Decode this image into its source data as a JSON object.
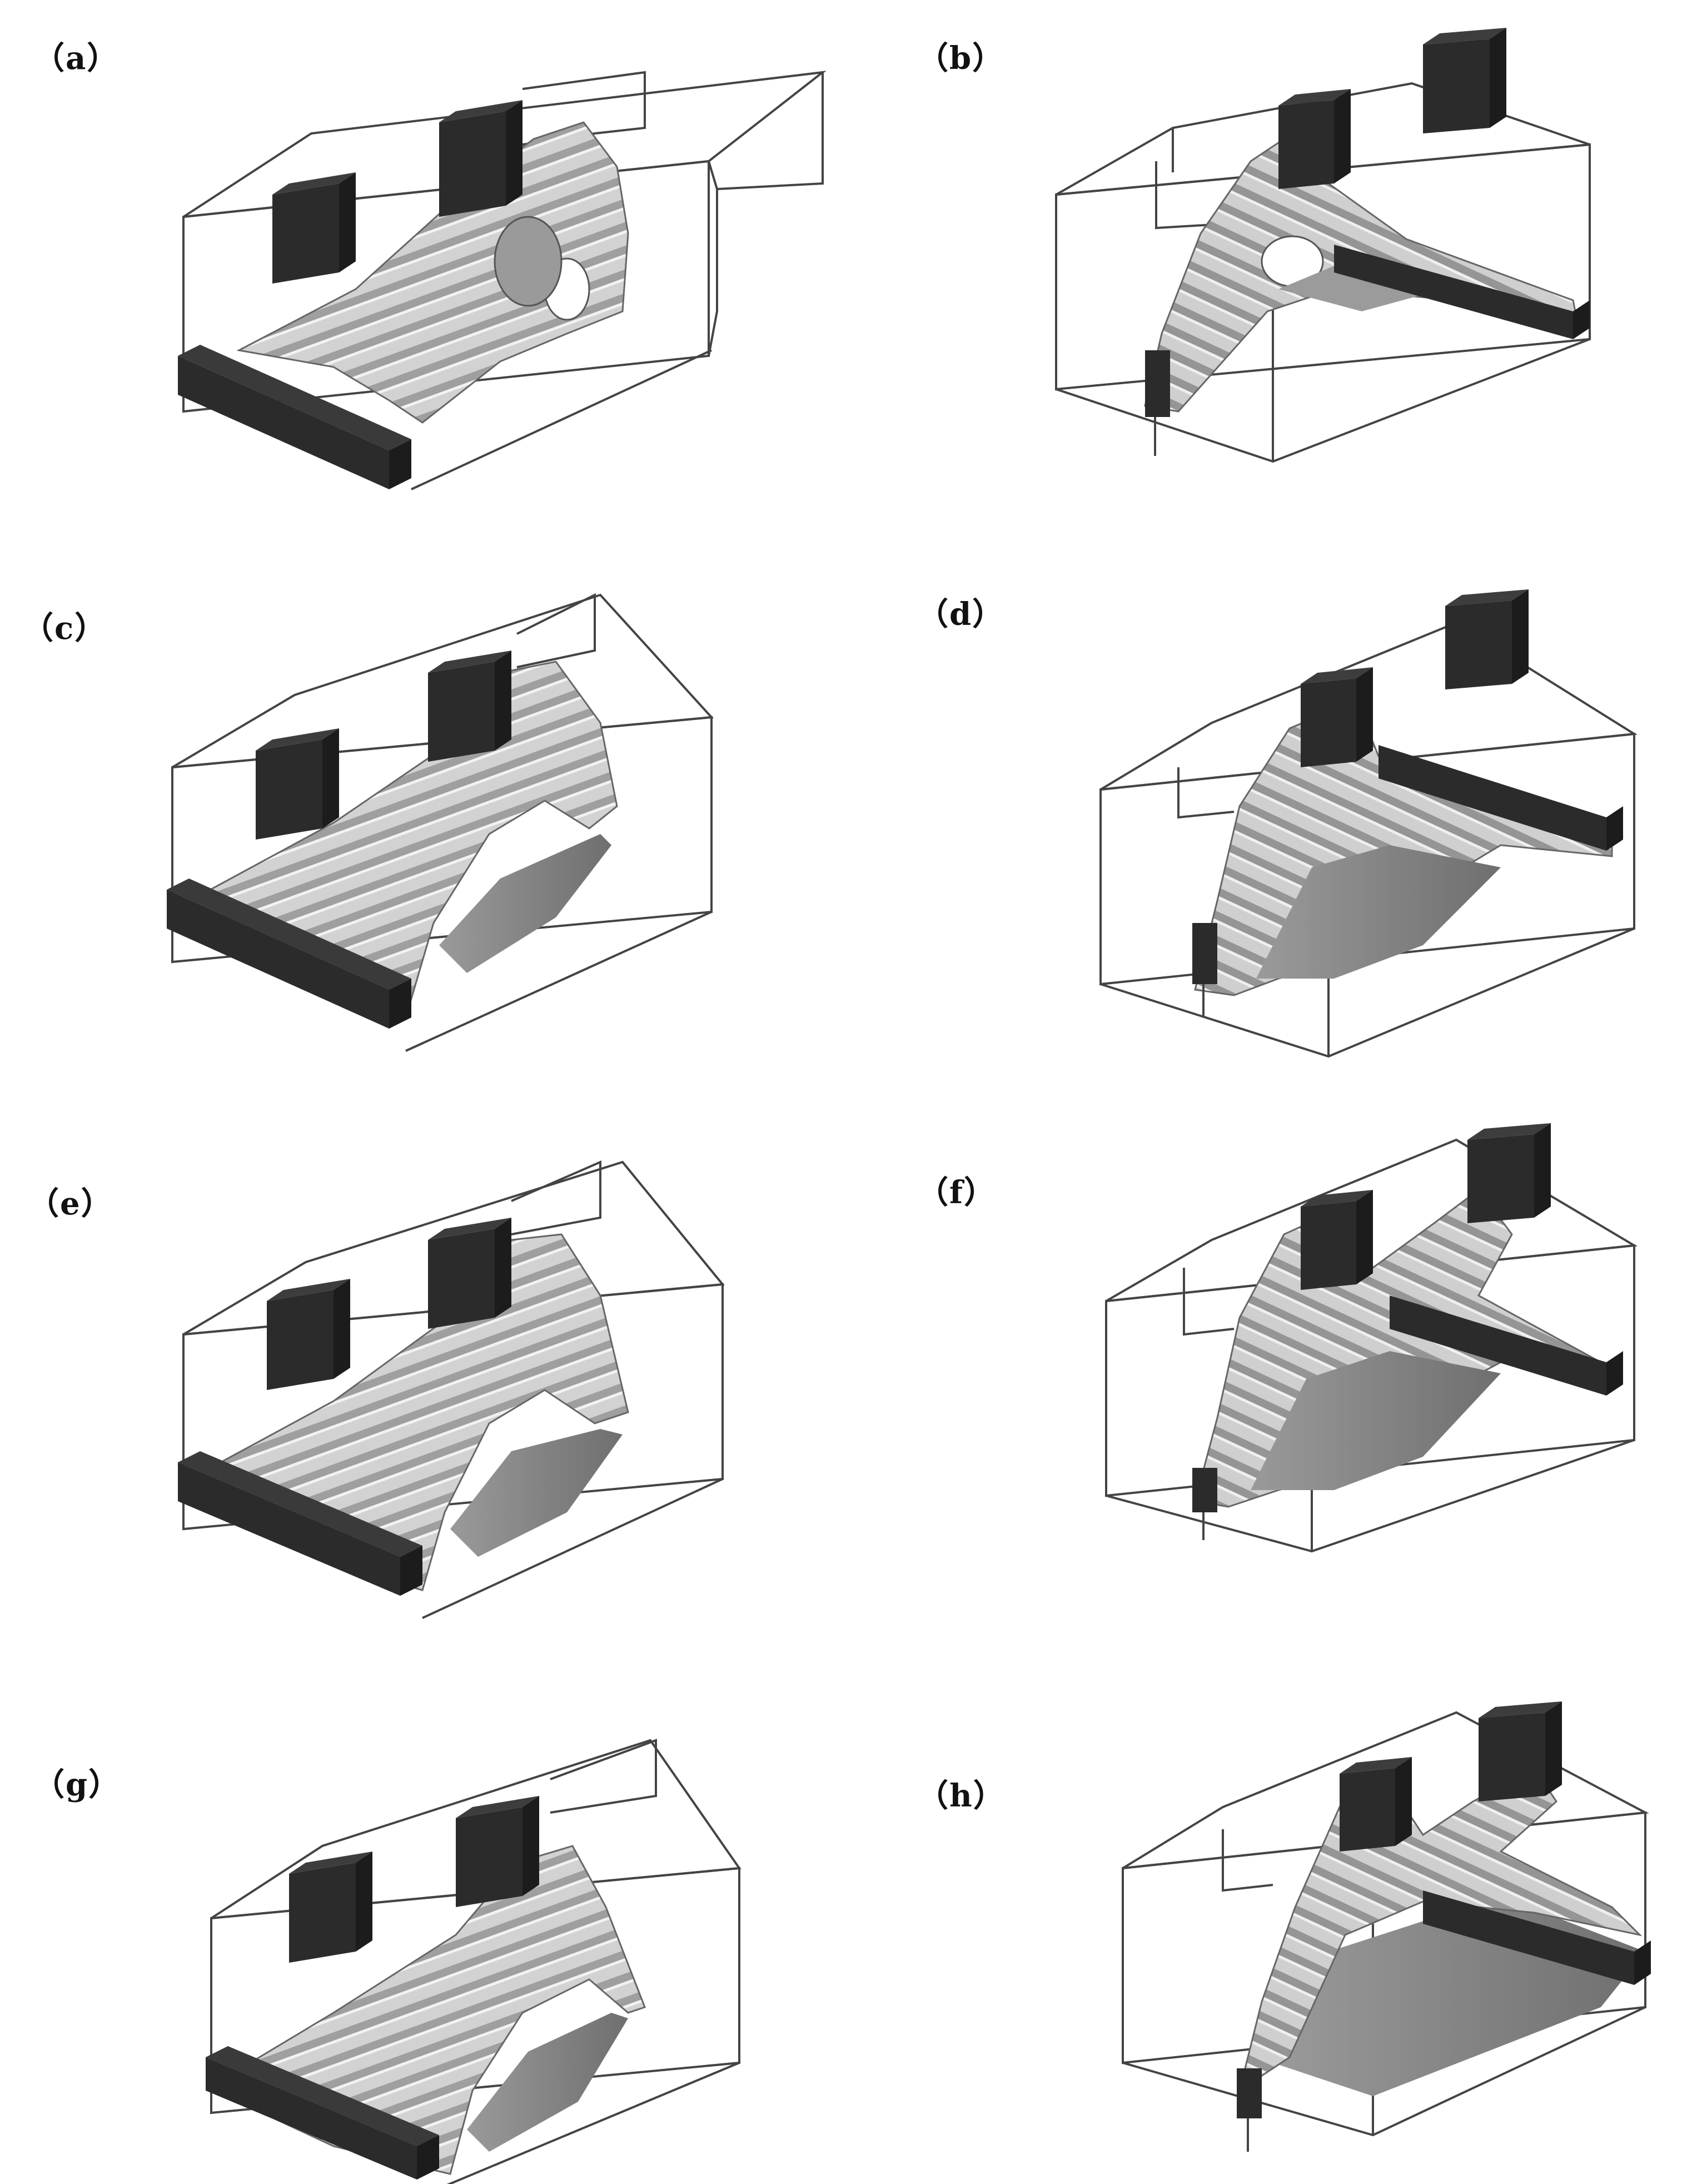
{
  "panels": [
    {
      "id": "a",
      "label": "（a）"
    },
    {
      "id": "b",
      "label": "（b）"
    },
    {
      "id": "c",
      "label": "（c）"
    },
    {
      "id": "d",
      "label": "（d）"
    },
    {
      "id": "e",
      "label": "（e）"
    },
    {
      "id": "f",
      "label": "（f）"
    },
    {
      "id": "g",
      "label": "（g）"
    },
    {
      "id": "h",
      "label": "（h）"
    }
  ],
  "colors": {
    "block": "#2b2b2b",
    "block_top": "#3a3a3a",
    "frame": "#444444",
    "body_light": "#d9d9d9",
    "body_mid": "#a8a8a8",
    "body_dark": "#7e7e7e"
  }
}
